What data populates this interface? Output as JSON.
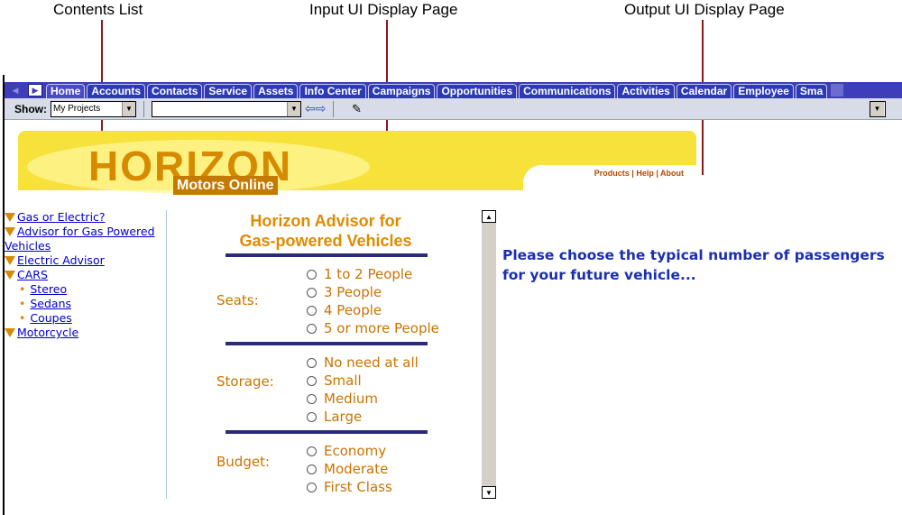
{
  "callouts": {
    "contents_list": "Contents List",
    "input_ui": "Input UI Display Page",
    "output_ui": "Output UI Display Page"
  },
  "tabs": [
    "Home",
    "Accounts",
    "Contacts",
    "Service",
    "Assets",
    "Info Center",
    "Campaigns",
    "Opportunities",
    "Communications",
    "Activities",
    "Calendar",
    "Employee",
    "Sma"
  ],
  "toolbar": {
    "show_label": "Show:",
    "show_value": "My Projects",
    "second_value": ""
  },
  "banner": {
    "logo": "HORIZON",
    "subtitle": "Motors Online",
    "links": "Products  |  Help  |  About"
  },
  "contents": {
    "items": [
      {
        "label": "Gas or Electric?",
        "type": "arrow"
      },
      {
        "label": "Advisor for Gas Powered Vehicles",
        "type": "arrow"
      },
      {
        "label": "Electric Advisor",
        "type": "arrow"
      },
      {
        "label": "CARS",
        "type": "arrow"
      },
      {
        "label": "Stereo",
        "type": "bullet"
      },
      {
        "label": "Sedans",
        "type": "bullet"
      },
      {
        "label": "Coupes",
        "type": "bullet"
      },
      {
        "label": "Motorcycle",
        "type": "arrow"
      }
    ]
  },
  "advisor": {
    "title_line1": "Horizon Advisor for",
    "title_line2": "Gas-powered Vehicles",
    "groups": [
      {
        "label": "Seats:",
        "options": [
          "1 to 2 People",
          "3 People",
          "4 People",
          "5 or more People"
        ]
      },
      {
        "label": "Storage:",
        "options": [
          "No need at all",
          "Small",
          "Medium",
          "Large"
        ]
      },
      {
        "label": "Budget:",
        "options": [
          "Economy",
          "Moderate",
          "First Class"
        ]
      }
    ]
  },
  "output": {
    "message": "Please choose the typical number of passengers for your future vehicle..."
  },
  "colors": {
    "tab_bar": "#3e3eb8",
    "banner": "#f7e23b",
    "accent_orange": "#c87400",
    "output_blue": "#1a2fb0",
    "callout_line": "#8b1a1a"
  }
}
